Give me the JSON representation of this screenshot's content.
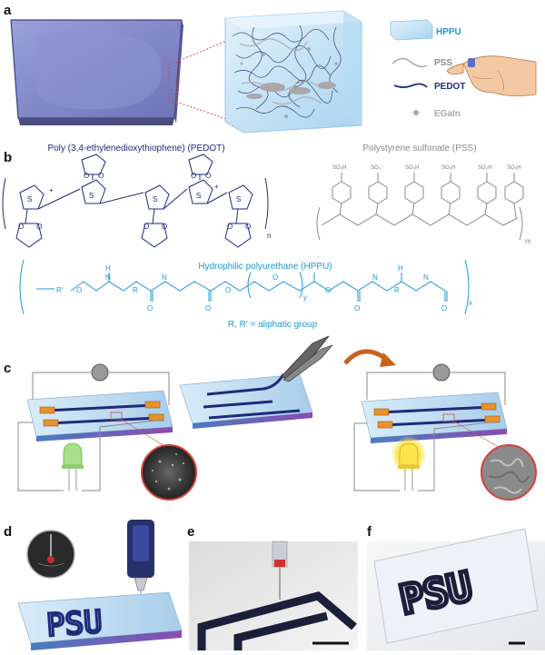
{
  "panels": {
    "a": "a",
    "b": "b",
    "c": "c",
    "d": "d",
    "e": "e",
    "f": "f"
  },
  "legend": {
    "hppu": "HPPU",
    "pss": "PSS",
    "pedot": "PEDOT",
    "egain": "EGaIn"
  },
  "structures": {
    "pedot_title": "Poly (3,4-ethylenedioxythiophene) (PEDOT)",
    "pss_title": "Polystyrene sulfonate (PSS)",
    "hppu_title": "Hydrophilic polyurethane (HPPU)",
    "hppu_note": "R, R′ = aliphatic group",
    "sub_n": "n",
    "sub_m": "m",
    "sub_x": "x",
    "sub_y": "y",
    "atom_s": "S",
    "atom_o": "O",
    "atom_n": "N",
    "atom_h": "H",
    "atom_r": "R",
    "atom_r_prime": "R′",
    "plus": "+",
    "so3h": "SO₃H",
    "so3minus": "SO₃⁻"
  },
  "print": {
    "text_d": "PSU",
    "text_f": "PSU"
  },
  "colors": {
    "substrate": "#7f86c4",
    "substrate_dark": "#4a4e80",
    "hppu": "#bfe0f5",
    "pedot": "#1f2a7a",
    "pss": "#9a9a9a",
    "hppu_text": "#1a9ad6",
    "electrode": "#e8922a",
    "led_green": "#a8e08a",
    "led_yellow": "#ffe34d",
    "arrow": "#c8631e",
    "sem_circle": "#d9403a"
  }
}
